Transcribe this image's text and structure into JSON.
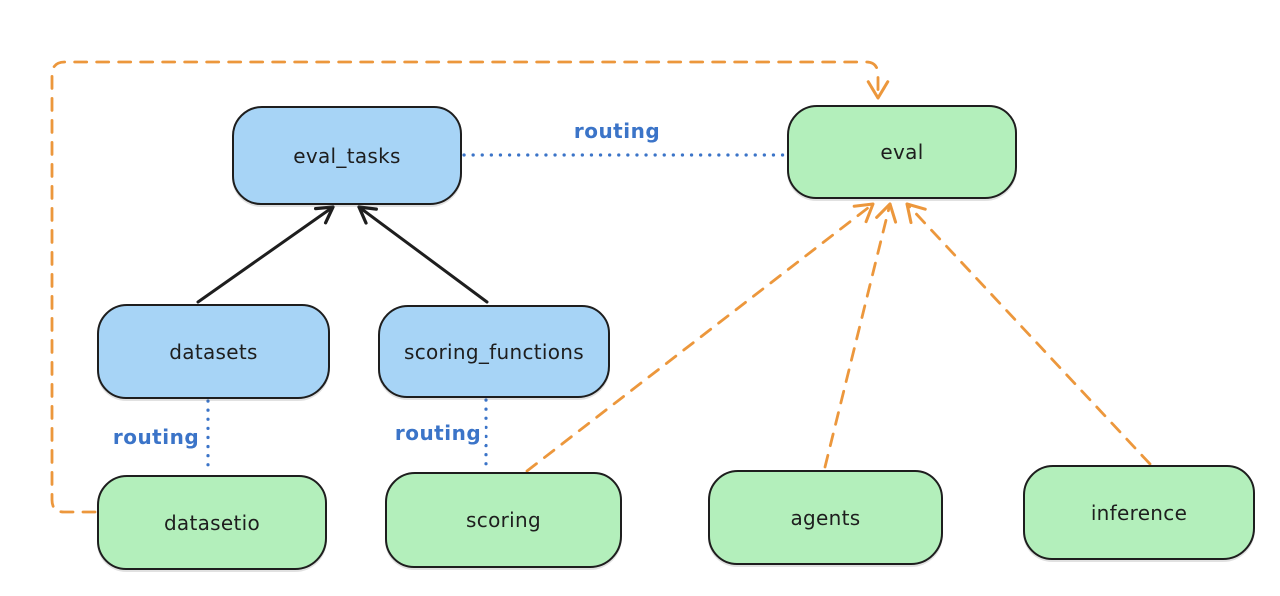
{
  "diagram": {
    "nodes": {
      "eval_tasks": {
        "label": "eval_tasks",
        "fill": "#a7d4f6"
      },
      "eval": {
        "label": "eval",
        "fill": "#b3efbb"
      },
      "datasets": {
        "label": "datasets",
        "fill": "#a7d4f6"
      },
      "scoring_functions": {
        "label": "scoring_functions",
        "fill": "#a7d4f6"
      },
      "datasetio": {
        "label": "datasetio",
        "fill": "#b3efbb"
      },
      "scoring": {
        "label": "scoring",
        "fill": "#b3efbb"
      },
      "agents": {
        "label": "agents",
        "fill": "#b3efbb"
      },
      "inference": {
        "label": "inference",
        "fill": "#b3efbb"
      }
    },
    "edge_labels": {
      "eval_tasks_to_eval": "routing",
      "datasets_to_datasetio": "routing",
      "scoring_functions_to_scoring": "routing"
    },
    "edges": [
      {
        "from": "datasets",
        "to": "eval_tasks",
        "style": "solid-black-arrow"
      },
      {
        "from": "scoring_functions",
        "to": "eval_tasks",
        "style": "solid-black-arrow"
      },
      {
        "from": "eval_tasks",
        "to": "eval",
        "style": "dotted-blue",
        "label": "routing"
      },
      {
        "from": "datasets",
        "to": "datasetio",
        "style": "dotted-blue",
        "label": "routing"
      },
      {
        "from": "scoring_functions",
        "to": "scoring",
        "style": "dotted-blue",
        "label": "routing"
      },
      {
        "from": "scoring",
        "to": "eval",
        "style": "dashed-orange-arrow"
      },
      {
        "from": "agents",
        "to": "eval",
        "style": "dashed-orange-arrow"
      },
      {
        "from": "inference",
        "to": "eval",
        "style": "dashed-orange-arrow"
      },
      {
        "from": "datasetio",
        "to": "eval",
        "style": "dashed-orange-arrow",
        "route": "around-left-and-top"
      }
    ]
  },
  "colors": {
    "canvas_bg": "#ffffff",
    "node_stroke": "#1e1e1e",
    "blue_fill": "#a7d4f6",
    "green_fill": "#b3efbb",
    "routing_blue": "#3b74c8",
    "arrow_black": "#1e1e1e",
    "arrow_orange": "#ec973c"
  }
}
